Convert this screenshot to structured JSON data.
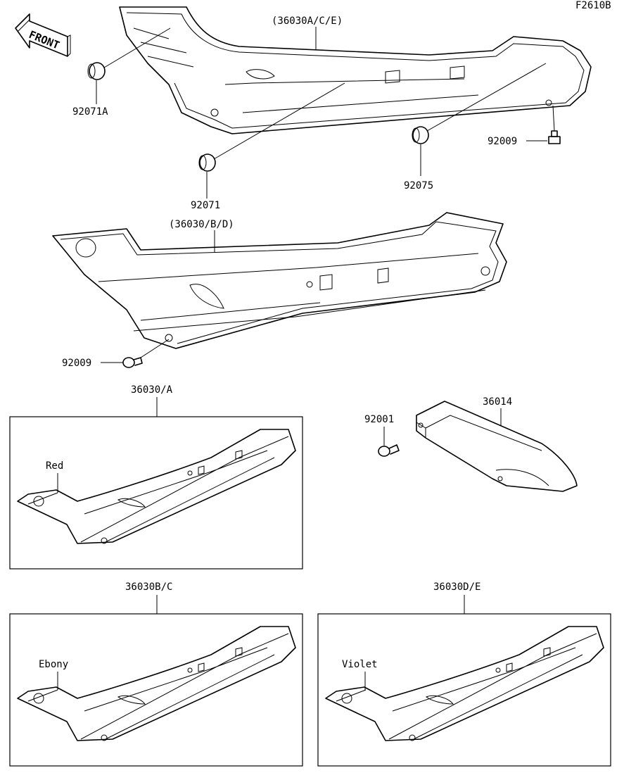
{
  "figure_code": "F2610B",
  "front_label": "FRONT",
  "parts": {
    "cover_upper": "(36030A/C/E)",
    "cover_lower": "(36030/B/D)",
    "grommet_a": "92071A",
    "grommet": "92071",
    "grommet_b": "92075",
    "screw_upper": "92009",
    "screw_lower": "92009",
    "screw_small": "92001",
    "cover_tail": "36014"
  },
  "variants": [
    {
      "part": "36030/A",
      "color": "Red"
    },
    {
      "part": "36030B/C",
      "color": "Ebony"
    },
    {
      "part": "36030D/E",
      "color": "Violet"
    }
  ]
}
